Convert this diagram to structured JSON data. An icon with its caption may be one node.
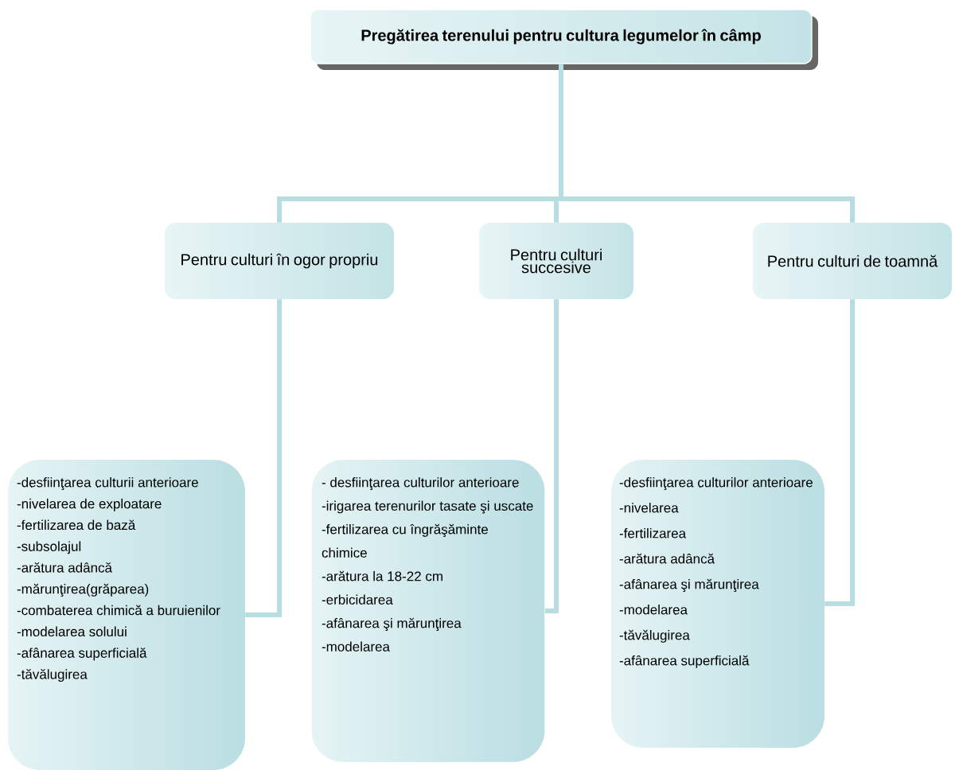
{
  "diagram": {
    "nodes": [
      {
        "text": [
          "Pregătirea terenului pentru cultura legumelor în câmp"
        ]
      },
      {
        "text": [
          "Pentru culturi în ogor propriu"
        ]
      },
      {
        "text": [
          "Pentru culturi succesive"
        ]
      },
      {
        "text": [
          "Pentru culturi de toamnă"
        ]
      },
      {
        "text": [
          "-desfiinţarea culturii anterioare",
          "-nivelarea de exploatare",
          "-fertilizarea de bază",
          "-subsolajul",
          "-arătura adâncă",
          "-mărunţirea(grăparea)",
          "-combaterea chimică a buruienilor",
          "-modelarea solului",
          "-afânarea superficială",
          "-tăvălugirea"
        ]
      },
      {
        "text": [
          "- desfiinţarea culturilor anterioare",
          "-irigarea terenurilor tasate şi uscate",
          "-fertilizarea cu îngrăşăminte chimice",
          "-arătura la 18-22 cm",
          "-erbicidarea",
          "-afânarea şi mărunţirea",
          "-modelarea"
        ]
      },
      {
        "text": [
          "-desfiinţarea culturilor anterioare",
          "-nivelarea",
          "-fertilizarea",
          "-arătura adâncă",
          "-afânarea şi mărunţirea",
          "-modelarea",
          "-tăvălugirea",
          "-afânarea superficială"
        ]
      }
    ],
    "edges": [
      {
        "from": 0,
        "to": 1,
        "arrow": "none"
      },
      {
        "from": 0,
        "to": 2,
        "arrow": "none"
      },
      {
        "from": 0,
        "to": 3,
        "arrow": "none"
      },
      {
        "from": 1,
        "to": 4,
        "arrow": "none"
      },
      {
        "from": 2,
        "to": 5,
        "arrow": "none"
      },
      {
        "from": 3,
        "to": 6,
        "arrow": "none"
      }
    ]
  }
}
